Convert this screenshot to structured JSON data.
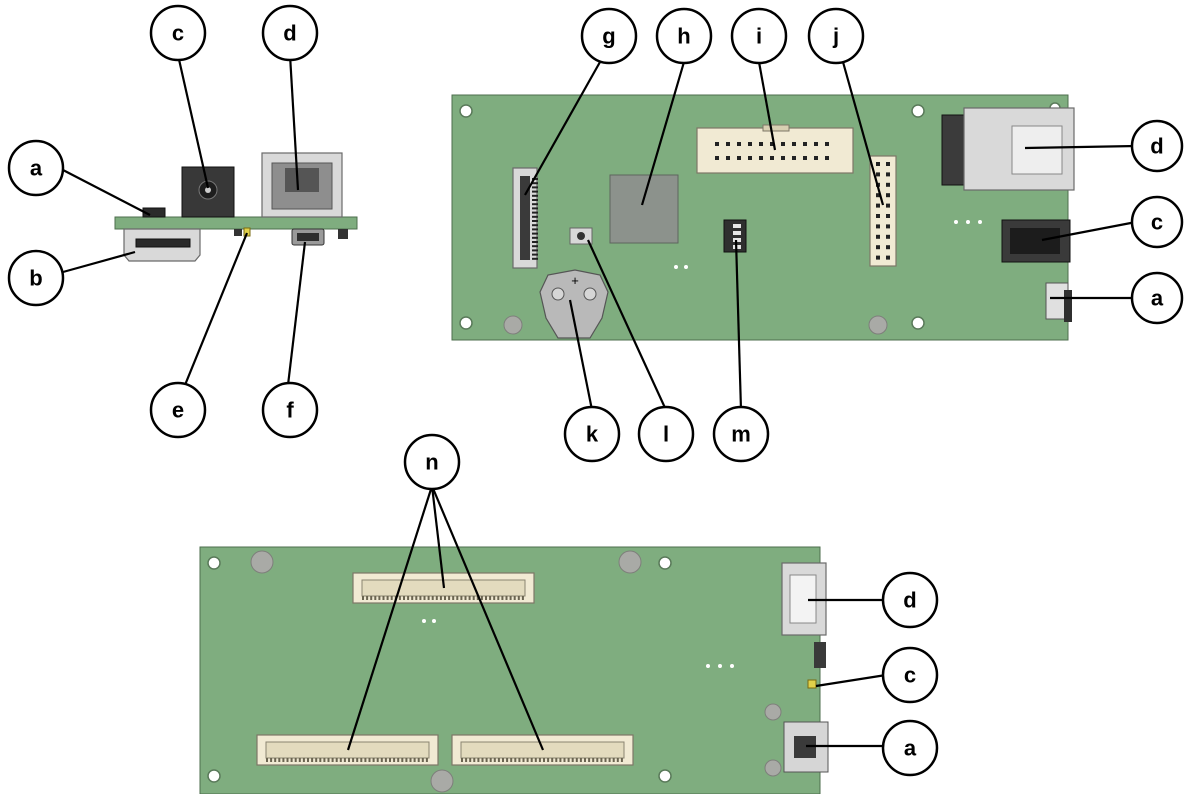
{
  "figure": {
    "callouts": [
      {
        "id": "top-a",
        "label": "a"
      },
      {
        "id": "top-b",
        "label": "b"
      },
      {
        "id": "top-c",
        "label": "c"
      },
      {
        "id": "top-d",
        "label": "d"
      },
      {
        "id": "top-e",
        "label": "e"
      },
      {
        "id": "top-f",
        "label": "f"
      },
      {
        "id": "g",
        "label": "g"
      },
      {
        "id": "h",
        "label": "h"
      },
      {
        "id": "i",
        "label": "i"
      },
      {
        "id": "j",
        "label": "j"
      },
      {
        "id": "right-d",
        "label": "d"
      },
      {
        "id": "right-c",
        "label": "c"
      },
      {
        "id": "right-a",
        "label": "a"
      },
      {
        "id": "k",
        "label": "k"
      },
      {
        "id": "l",
        "label": "l"
      },
      {
        "id": "m",
        "label": "m"
      },
      {
        "id": "n",
        "label": "n"
      },
      {
        "id": "bottom-d",
        "label": "d"
      },
      {
        "id": "bottom-c",
        "label": "c"
      },
      {
        "id": "bottom-a",
        "label": "a"
      }
    ],
    "battery_polarity": "+",
    "colors": {
      "pcb": "#7fad7f",
      "callout_stroke": "#000000",
      "connector": "#f1ead3"
    }
  }
}
